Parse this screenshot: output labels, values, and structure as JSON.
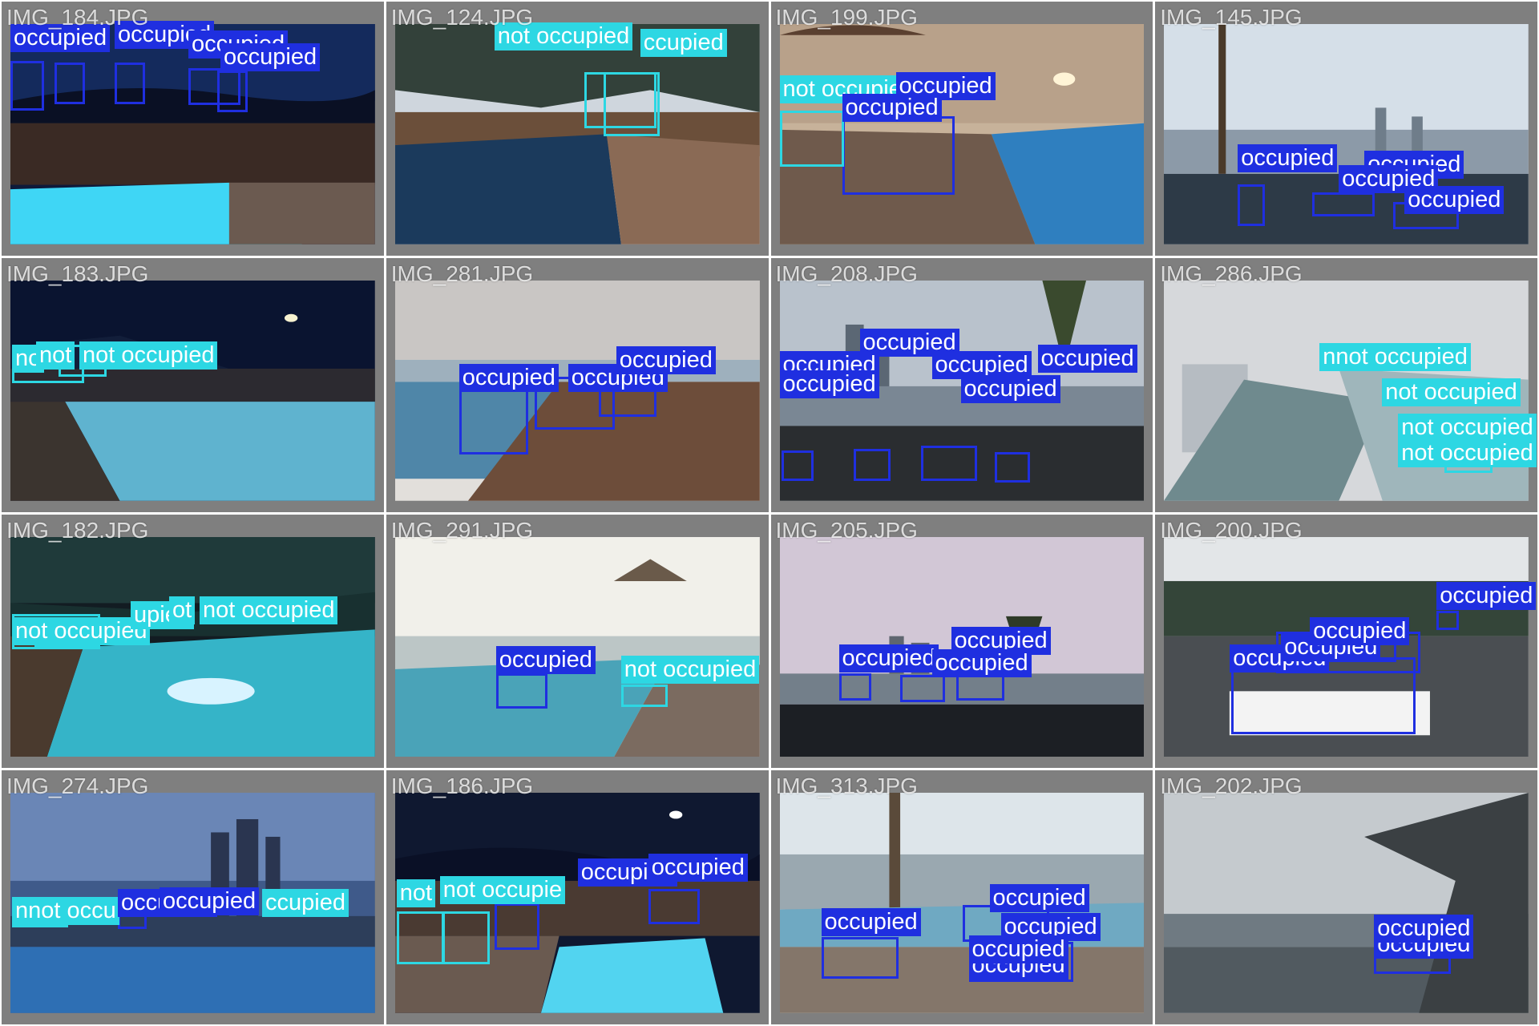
{
  "classes": {
    "occupied": {
      "label": "occupied",
      "color": "#1f2fe0"
    },
    "not_occupied": {
      "label": "not occupied",
      "color": "#2dd7e3"
    }
  },
  "tiles": [
    {
      "file": "IMG_184.JPG",
      "scene": "night-pool-moon"
    },
    {
      "file": "IMG_124.JPG",
      "scene": "dusk-pool-deck"
    },
    {
      "file": "IMG_199.JPG",
      "scene": "sunset-infinity"
    },
    {
      "file": "IMG_145.JPG",
      "scene": "skyline-rooftop"
    },
    {
      "file": "IMG_183.JPG",
      "scene": "night-pool-lights"
    },
    {
      "file": "IMG_281.JPG",
      "scene": "sea-deck-dawn"
    },
    {
      "file": "IMG_208.JPG",
      "scene": "city-rooftop-palms"
    },
    {
      "file": "IMG_286.JPG",
      "scene": "infinity-aerial"
    },
    {
      "file": "IMG_182.JPG",
      "scene": "night-pool-glow"
    },
    {
      "file": "IMG_291.JPG",
      "scene": "resort-infinity-sea"
    },
    {
      "file": "IMG_205.JPG",
      "scene": "overcast-skyline"
    },
    {
      "file": "IMG_200.JPG",
      "scene": "cabana-loungers"
    },
    {
      "file": "IMG_274.JPG",
      "scene": "blue-hour-skyline"
    },
    {
      "file": "IMG_186.JPG",
      "scene": "night-pool-moon"
    },
    {
      "file": "IMG_313.JPG",
      "scene": "skypark-crowd"
    },
    {
      "file": "IMG_202.JPG",
      "scene": "cloudy-infinity"
    }
  ]
}
